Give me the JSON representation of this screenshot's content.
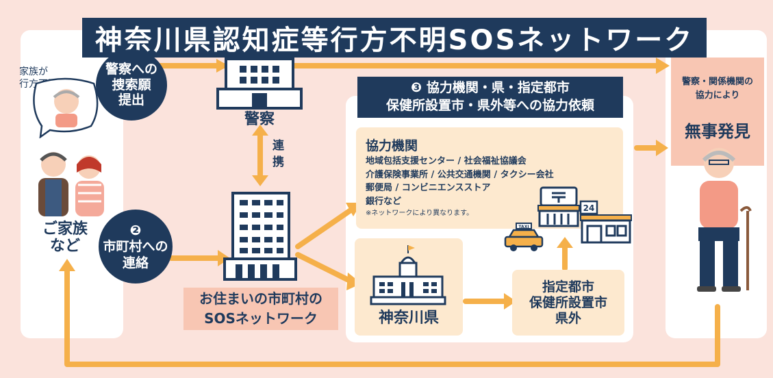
{
  "title": "神奈川県認知症等行方不明SOSネットワーク",
  "family": {
    "speech": [
      "家族が",
      "行方不明に！"
    ],
    "label": [
      "ご家族",
      "など"
    ]
  },
  "step1": {
    "lines": [
      "警察への",
      "捜索願",
      "提出"
    ]
  },
  "police": {
    "label": "警察"
  },
  "renkei": {
    "chars": [
      "連",
      "携"
    ]
  },
  "step2": {
    "number": "❷",
    "lines": [
      "市町村への",
      "連絡"
    ]
  },
  "municipality": {
    "lines": [
      "お住まいの市町村の",
      "SOSネットワーク"
    ]
  },
  "step3": {
    "lines": [
      "❸ 協力機関・県・指定都市",
      "保健所設置市・県外等への協力依頼"
    ]
  },
  "cooperating": {
    "heading": "協力機関",
    "items": [
      "地域包括支援センター / 社会福祉協議会",
      "介護保険事業所 / 公共交通機関 / タクシー会社",
      "郵便局 / コンビニエンスストア",
      "銀行など"
    ],
    "note": "※ネットワークにより異なります。"
  },
  "icons": {
    "taxi_sign": "TAXI",
    "store_sign": "24"
  },
  "prefecture": {
    "label": "神奈川県"
  },
  "designated": {
    "lines": [
      "指定都市",
      "保健所設置市",
      "県外"
    ]
  },
  "result": {
    "lines": [
      "警察・関係機関の",
      "協力により"
    ],
    "headline": "無事発見"
  },
  "colors": {
    "navy": "#1f3a5c",
    "arrow": "#f5b04a",
    "background": "#fbe3dc",
    "peach": "#fde9cf",
    "salmon": "#f8c6b3"
  }
}
